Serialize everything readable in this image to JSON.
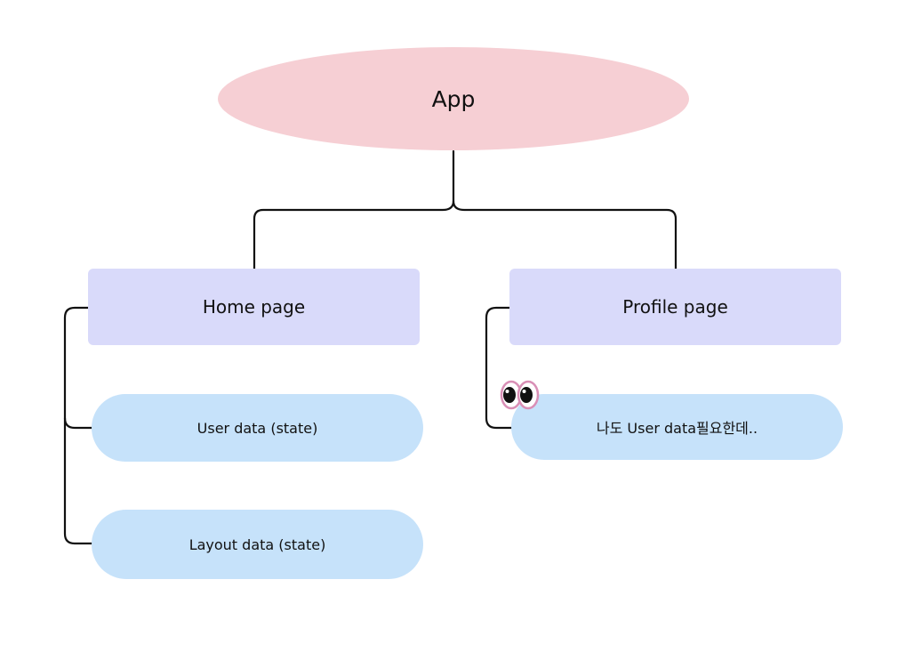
{
  "colors": {
    "root": "#f6cfd4",
    "page": "#d9dafa",
    "state": "#c6e2fa",
    "connector": "#111111"
  },
  "root": {
    "label": "App"
  },
  "pages": [
    {
      "label": "Home page"
    },
    {
      "label": "Profile page"
    }
  ],
  "states": [
    {
      "label": "User data (state)"
    },
    {
      "label": "Layout data (state)"
    },
    {
      "label": "나도 User data필요한데.."
    }
  ],
  "decoration": {
    "icon": "eyes-emoji-icon"
  }
}
